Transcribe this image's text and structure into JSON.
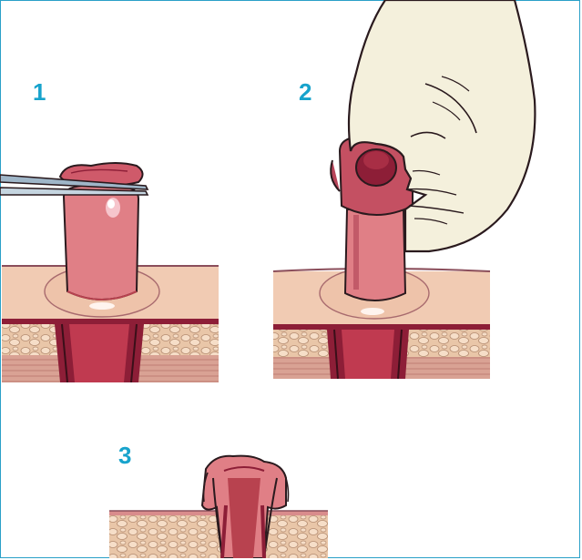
{
  "steps": [
    {
      "number": "1"
    },
    {
      "number": "2"
    },
    {
      "number": "3"
    }
  ],
  "colors": {
    "frame": "#2aa0c8",
    "step_number": "#17a3cc",
    "stoma": "#e07f86",
    "stoma_dark": "#b8424f",
    "skin": "#f1cbb3",
    "vessel": "#9b1f3a",
    "glove": "#f4f0dc",
    "outline": "#2a1a1e"
  },
  "icons": {
    "forceps": "forceps-icon",
    "hand": "gloved-hand-icon"
  }
}
